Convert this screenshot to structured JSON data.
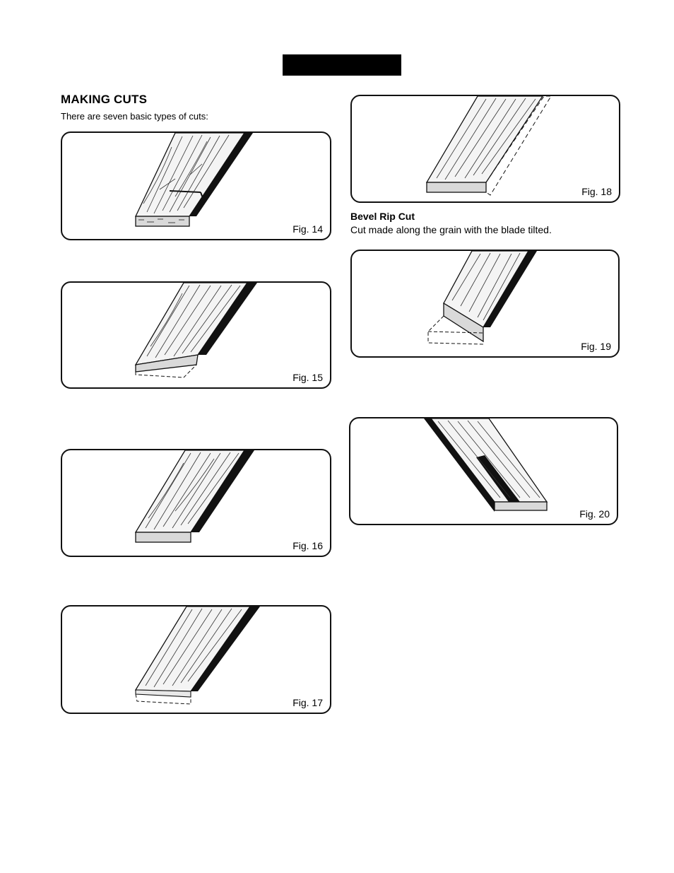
{
  "header": {
    "bar_text": ""
  },
  "section": {
    "title": "MAKING CUTS",
    "intro": "There are seven basic types of cuts:"
  },
  "figures": [
    {
      "label": "Fig. 14"
    },
    {
      "label": "Fig. 15"
    },
    {
      "label": "Fig. 16"
    },
    {
      "label": "Fig. 17"
    },
    {
      "label": "Fig. 18"
    },
    {
      "label": "Fig. 19"
    },
    {
      "label": "Fig. 20"
    }
  ],
  "bevel_rip": {
    "title": "Bevel Rip Cut",
    "description": "Cut made along the grain with the blade tilted."
  }
}
